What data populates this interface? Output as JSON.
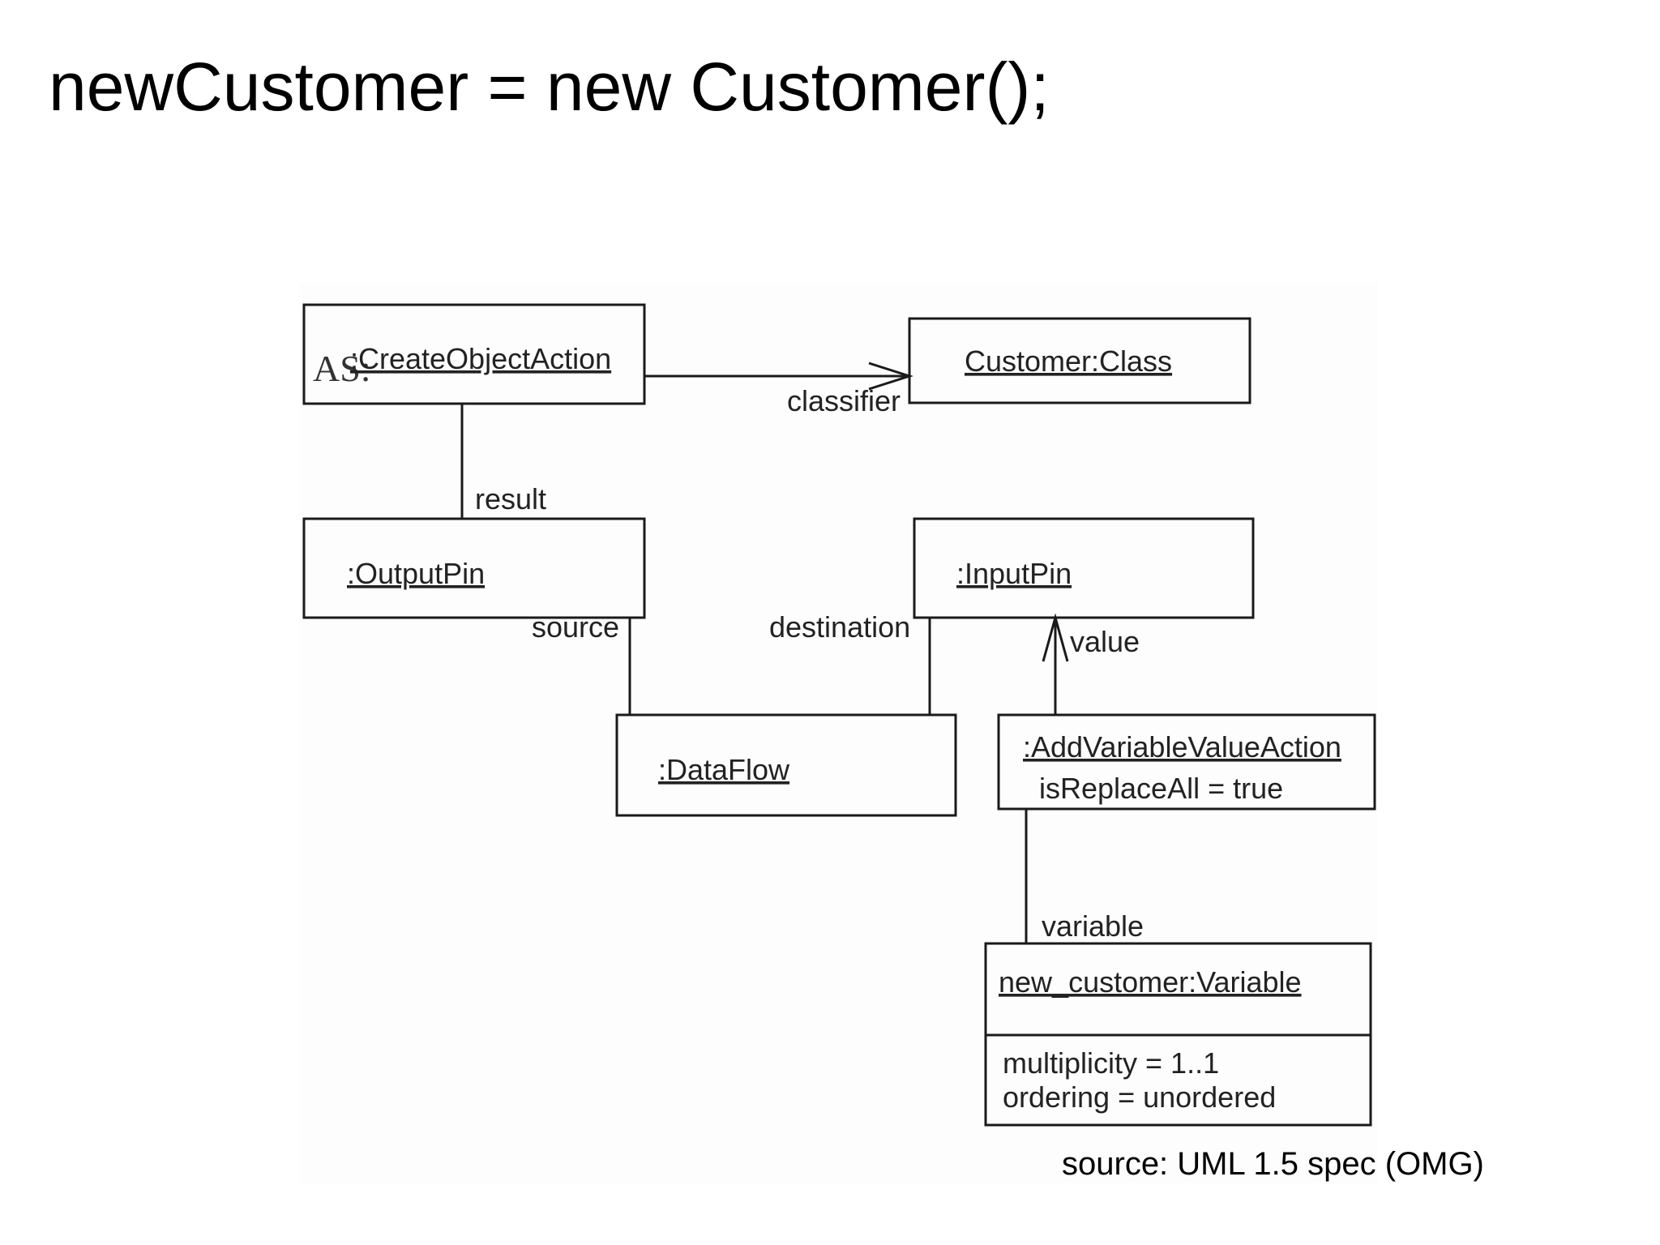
{
  "slide": {
    "title": "newCustomer = new Customer();",
    "source_note": "source: UML 1.5 spec (OMG)"
  },
  "diagram": {
    "objects": {
      "create_object_action": {
        "prefix": "AS:",
        "label": ":CreateObjectAction"
      },
      "customer_class": {
        "label": "Customer:Class"
      },
      "output_pin": {
        "label": ":OutputPin"
      },
      "input_pin": {
        "label": ":InputPin"
      },
      "data_flow": {
        "label": ":DataFlow"
      },
      "add_variable_value_action": {
        "label": ":AddVariableValueAction",
        "attributes": [
          "isReplaceAll = true"
        ]
      },
      "new_customer_variable": {
        "label": "new_customer:Variable",
        "attributes": [
          "multiplicity = 1..1",
          "ordering = unordered"
        ]
      }
    },
    "roles": {
      "classifier": "classifier",
      "result": "result",
      "source": "source",
      "destination": "destination",
      "value": "value",
      "variable": "variable"
    }
  }
}
